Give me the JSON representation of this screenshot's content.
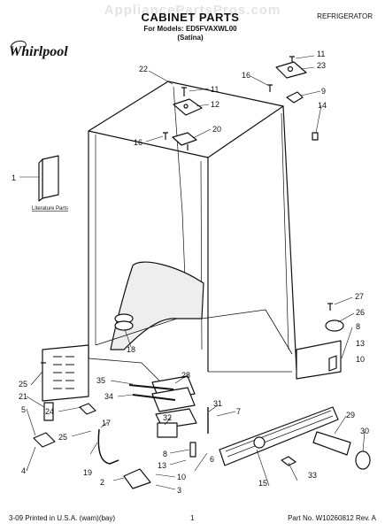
{
  "watermark": "AppliancePartsPros.com",
  "header": {
    "title": "CABINET PARTS",
    "models_line": "For Models: ED5FVAXWL00",
    "color_line": "(Satina)",
    "category": "REFRIGERATOR",
    "brand": "Whirlpool"
  },
  "literature_label": "Literature Parts",
  "callouts": [
    "1",
    "2",
    "3",
    "4",
    "5",
    "6",
    "7",
    "8",
    "9",
    "10",
    "11",
    "12",
    "13",
    "14",
    "15",
    "16",
    "17",
    "18",
    "19",
    "20",
    "21",
    "22",
    "23",
    "24",
    "25",
    "26",
    "27",
    "28",
    "29",
    "30",
    "31",
    "32",
    "33",
    "34",
    "35"
  ],
  "footer": {
    "printed": "3-09 Printed in U.S.A. (wam)(bay)",
    "page": "1",
    "part_no": "Part No. W10260812 Rev. A"
  }
}
